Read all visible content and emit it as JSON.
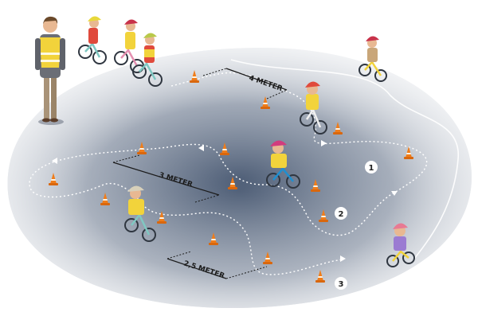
{
  "diagram": {
    "distance_labels": {
      "top": "4 METER",
      "middle": "3 METER",
      "bottom": "2,5 METER"
    },
    "course_markers": [
      "1",
      "2",
      "3"
    ],
    "colors": {
      "ground": "#b3bac6",
      "cone": "#f07d1a",
      "vest": "#f2d33b",
      "route": "#ffffff"
    },
    "figures": {
      "instructor": "instructor-in-safety-vest",
      "children": [
        "child-on-bike-yellow-helmet",
        "child-on-bike-red-helmet",
        "child-on-bike-green-helmet",
        "child-on-bike-pink-helmet",
        "child-on-bike-red-helmet-2",
        "child-on-bike-magenta-helmet",
        "child-on-bike-beige-helmet",
        "child-on-bike-pink-helmet-2"
      ]
    }
  }
}
